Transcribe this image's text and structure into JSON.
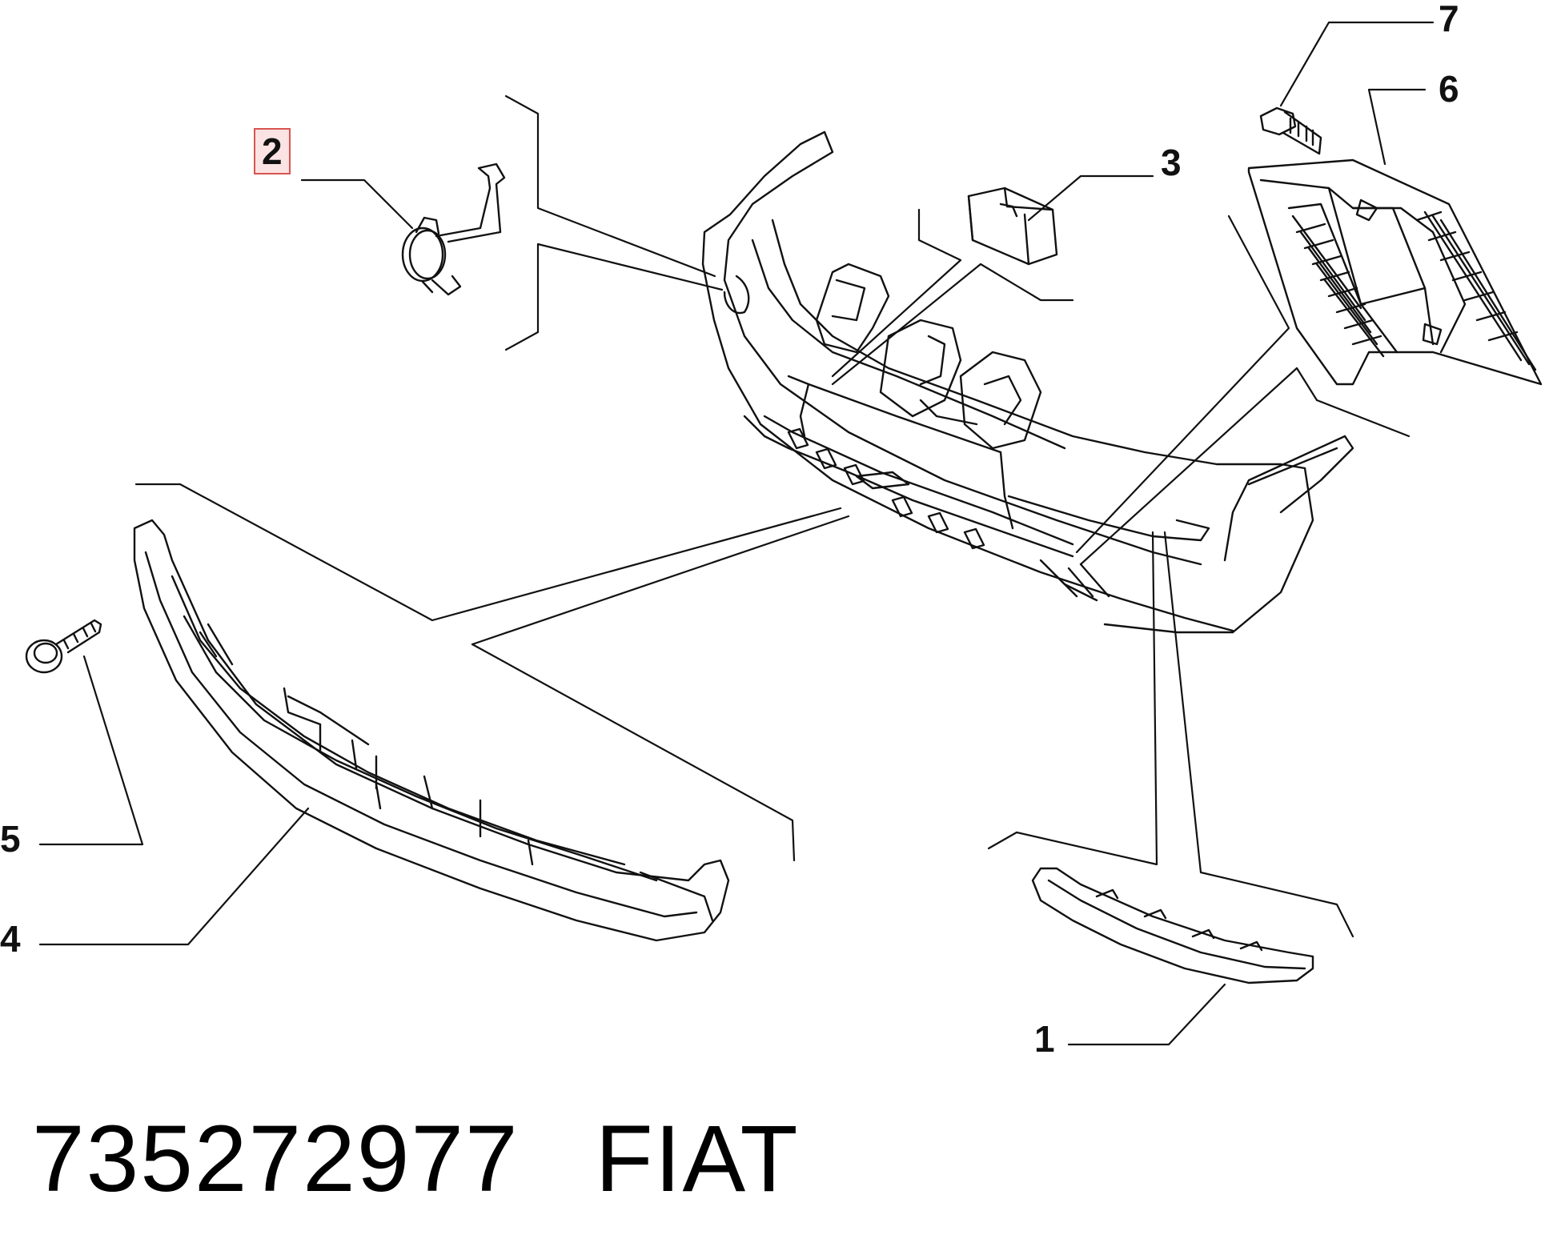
{
  "callouts": {
    "c1": "1",
    "c2": "2",
    "c3": "3",
    "c4": "4",
    "c5": "5",
    "c6": "6",
    "c7": "7"
  },
  "highlighted_callout": "2",
  "highlight_color": "#d9534f",
  "footer": {
    "part_number": "735272977",
    "brand": "FIAT"
  }
}
